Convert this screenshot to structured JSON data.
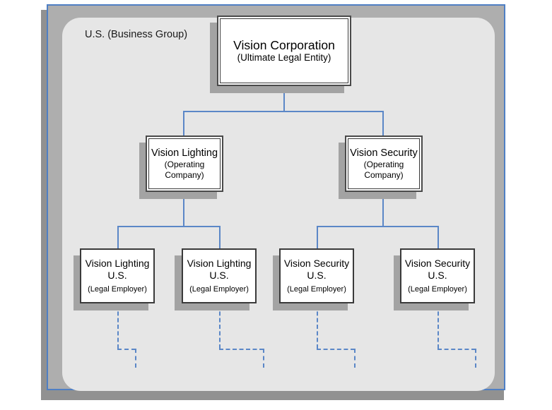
{
  "diagram": {
    "group_label": "U.S. (Business Group)",
    "colors": {
      "connector": "#5b87c7",
      "frame_border": "#4f7fc4",
      "frame_fill": "#aeaeae",
      "panel_fill": "#e6e6e6",
      "node_fill": "#ffffff",
      "node_border": "#3a3a3a",
      "shadow": "#a3a3a3"
    },
    "levels": {
      "ultimate": {
        "title": "Vision Corporation",
        "subtitle": "(Ultimate Legal Entity)"
      },
      "operating": [
        {
          "title": "Vision Lighting",
          "subtitle_line1": "(Operating",
          "subtitle_line2": "Company)"
        },
        {
          "title": "Vision Security",
          "subtitle_line1": "(Operating",
          "subtitle_line2": "Company)"
        }
      ],
      "employers": [
        {
          "title_line1": "Vision Lighting",
          "title_line2": "U.S.",
          "subtitle": "(Legal Employer)"
        },
        {
          "title_line1": "Vision Lighting",
          "title_line2": "U.S.",
          "subtitle": "(Legal Employer)"
        },
        {
          "title_line1": "Vision Security",
          "title_line2": "U.S.",
          "subtitle": "(Legal Employer)"
        },
        {
          "title_line1": "Vision Security",
          "title_line2": "U.S.",
          "subtitle": "(Legal Employer)"
        }
      ]
    }
  }
}
